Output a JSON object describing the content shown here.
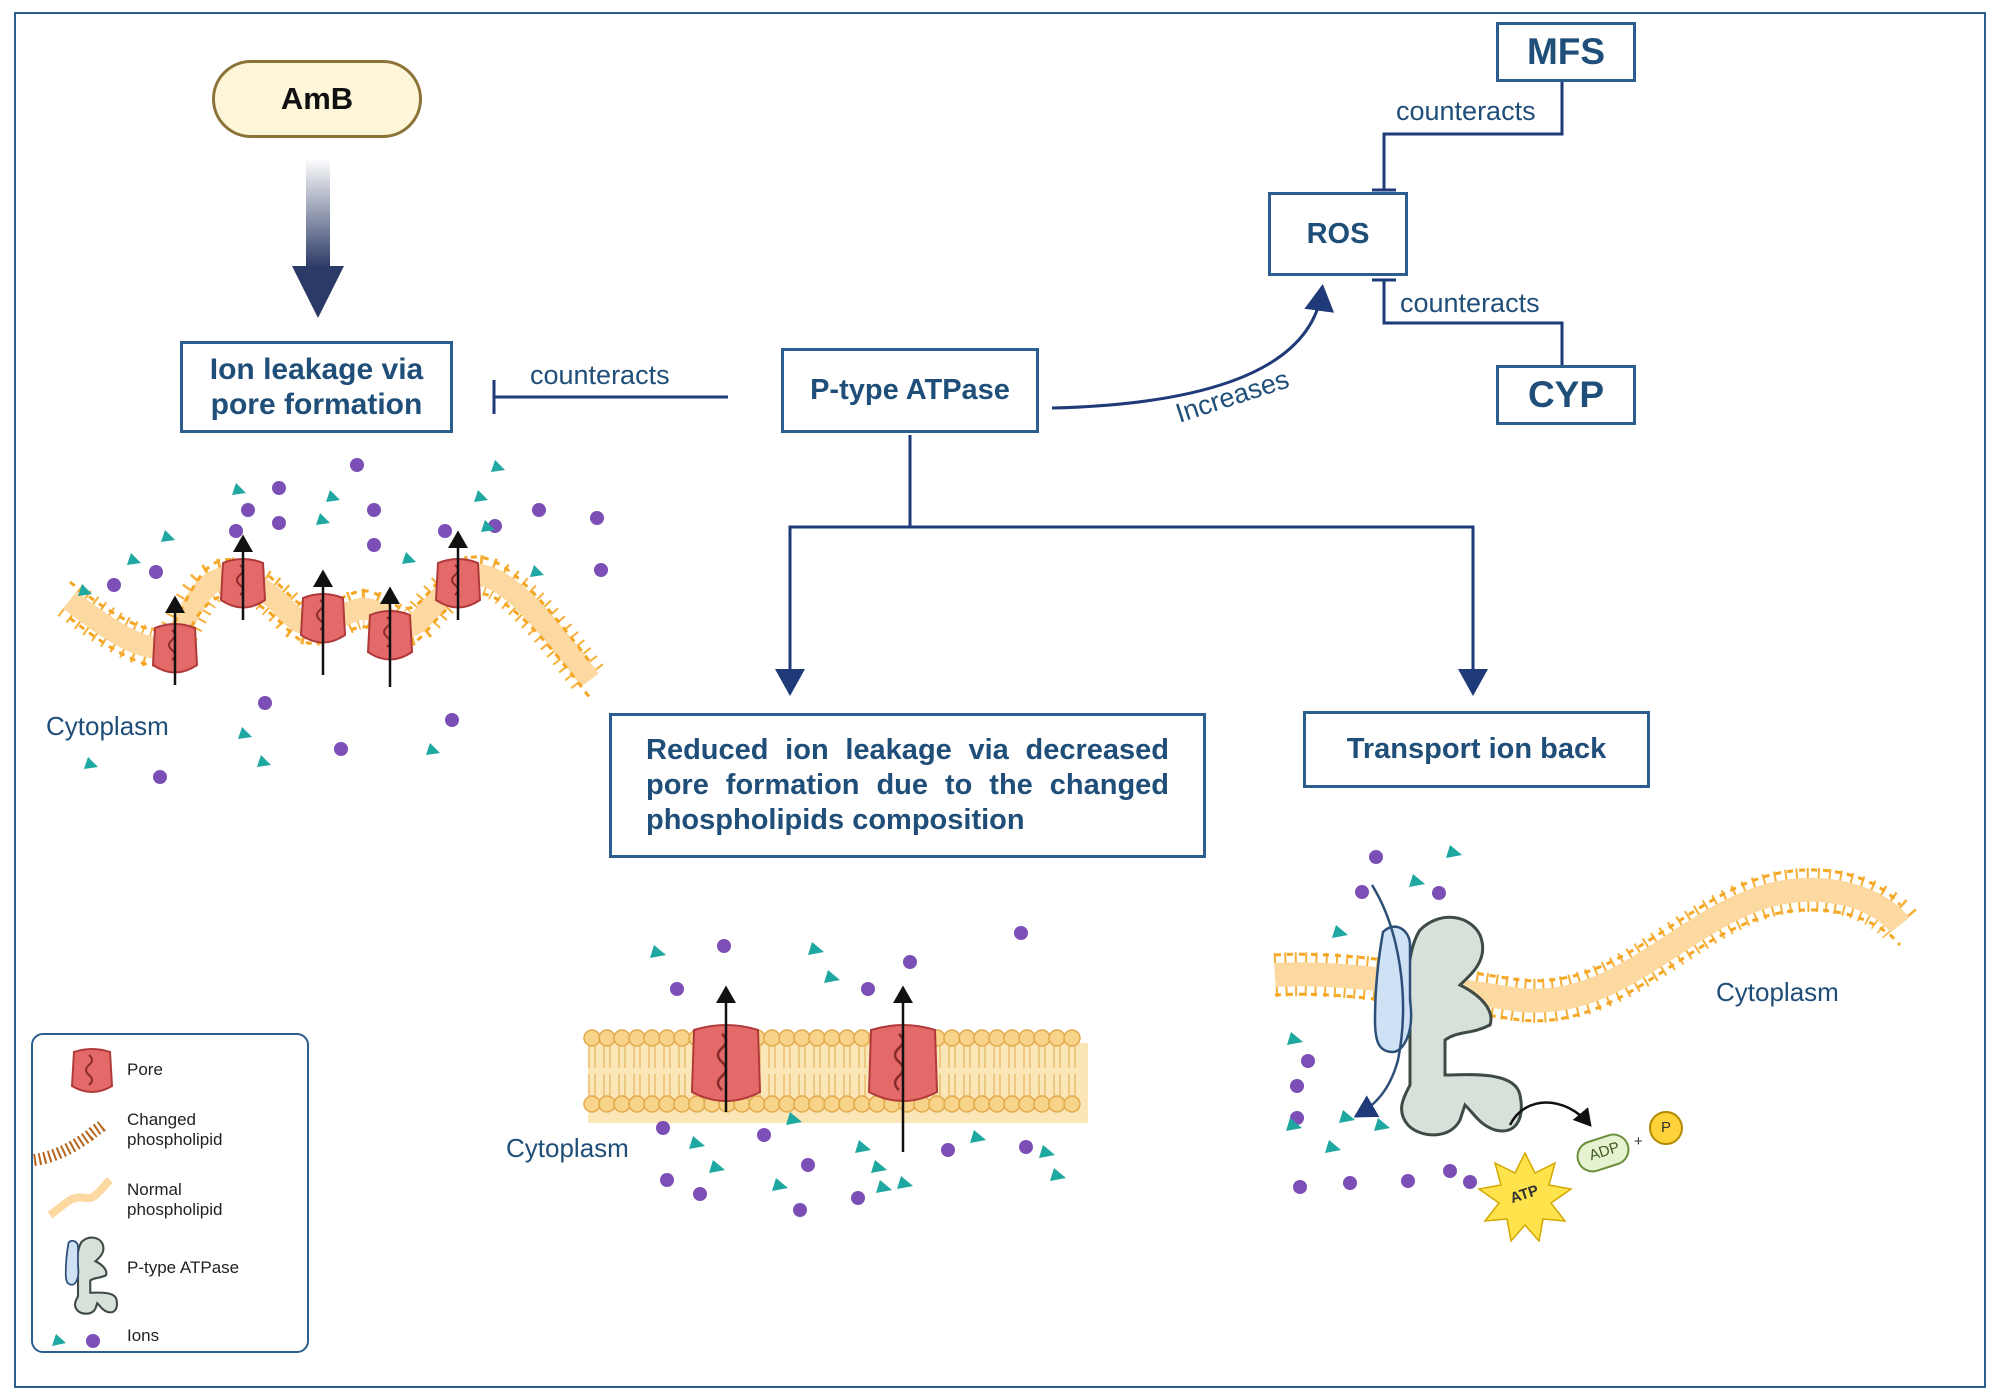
{
  "nodes": {
    "amb": "AmB",
    "ion_leakage": "Ion leakage via pore formation",
    "p_type_atpase": "P-type ATPase",
    "ros": "ROS",
    "mfs": "MFS",
    "cyp": "CYP",
    "reduced_leakage": "Reduced ion leakage via decreased pore formation due to the changed phospholipids composition",
    "transport_back": "Transport ion back"
  },
  "edge_labels": {
    "mfs_ros": "counteracts",
    "cyp_ros": "counteracts",
    "atpase_leakage": "counteracts",
    "atpase_ros": "Increases"
  },
  "panel_labels": {
    "left": "Cytoplasm",
    "center": "Cytoplasm",
    "right": "Cytoplasm"
  },
  "energy": {
    "atp": "ATP",
    "adp": "ADP",
    "plus": "+",
    "phosphate": "P"
  },
  "legend": {
    "pore": "Pore",
    "changed": "Changed\nphospholipid",
    "normal": "Normal\nphospholipid",
    "atpase": "P-type ATPase",
    "ions": "Ions"
  },
  "colors": {
    "box_border": "#2c5d8f",
    "text": "#1f4e79",
    "arrow": "#1e3a78",
    "membrane": "#f5a623",
    "pore": "#e46a6a",
    "ion_purple": "#7b4fb5",
    "ion_teal": "#1fa7a1",
    "atpase": "#d8e0da",
    "atp": "#ffe34d"
  }
}
